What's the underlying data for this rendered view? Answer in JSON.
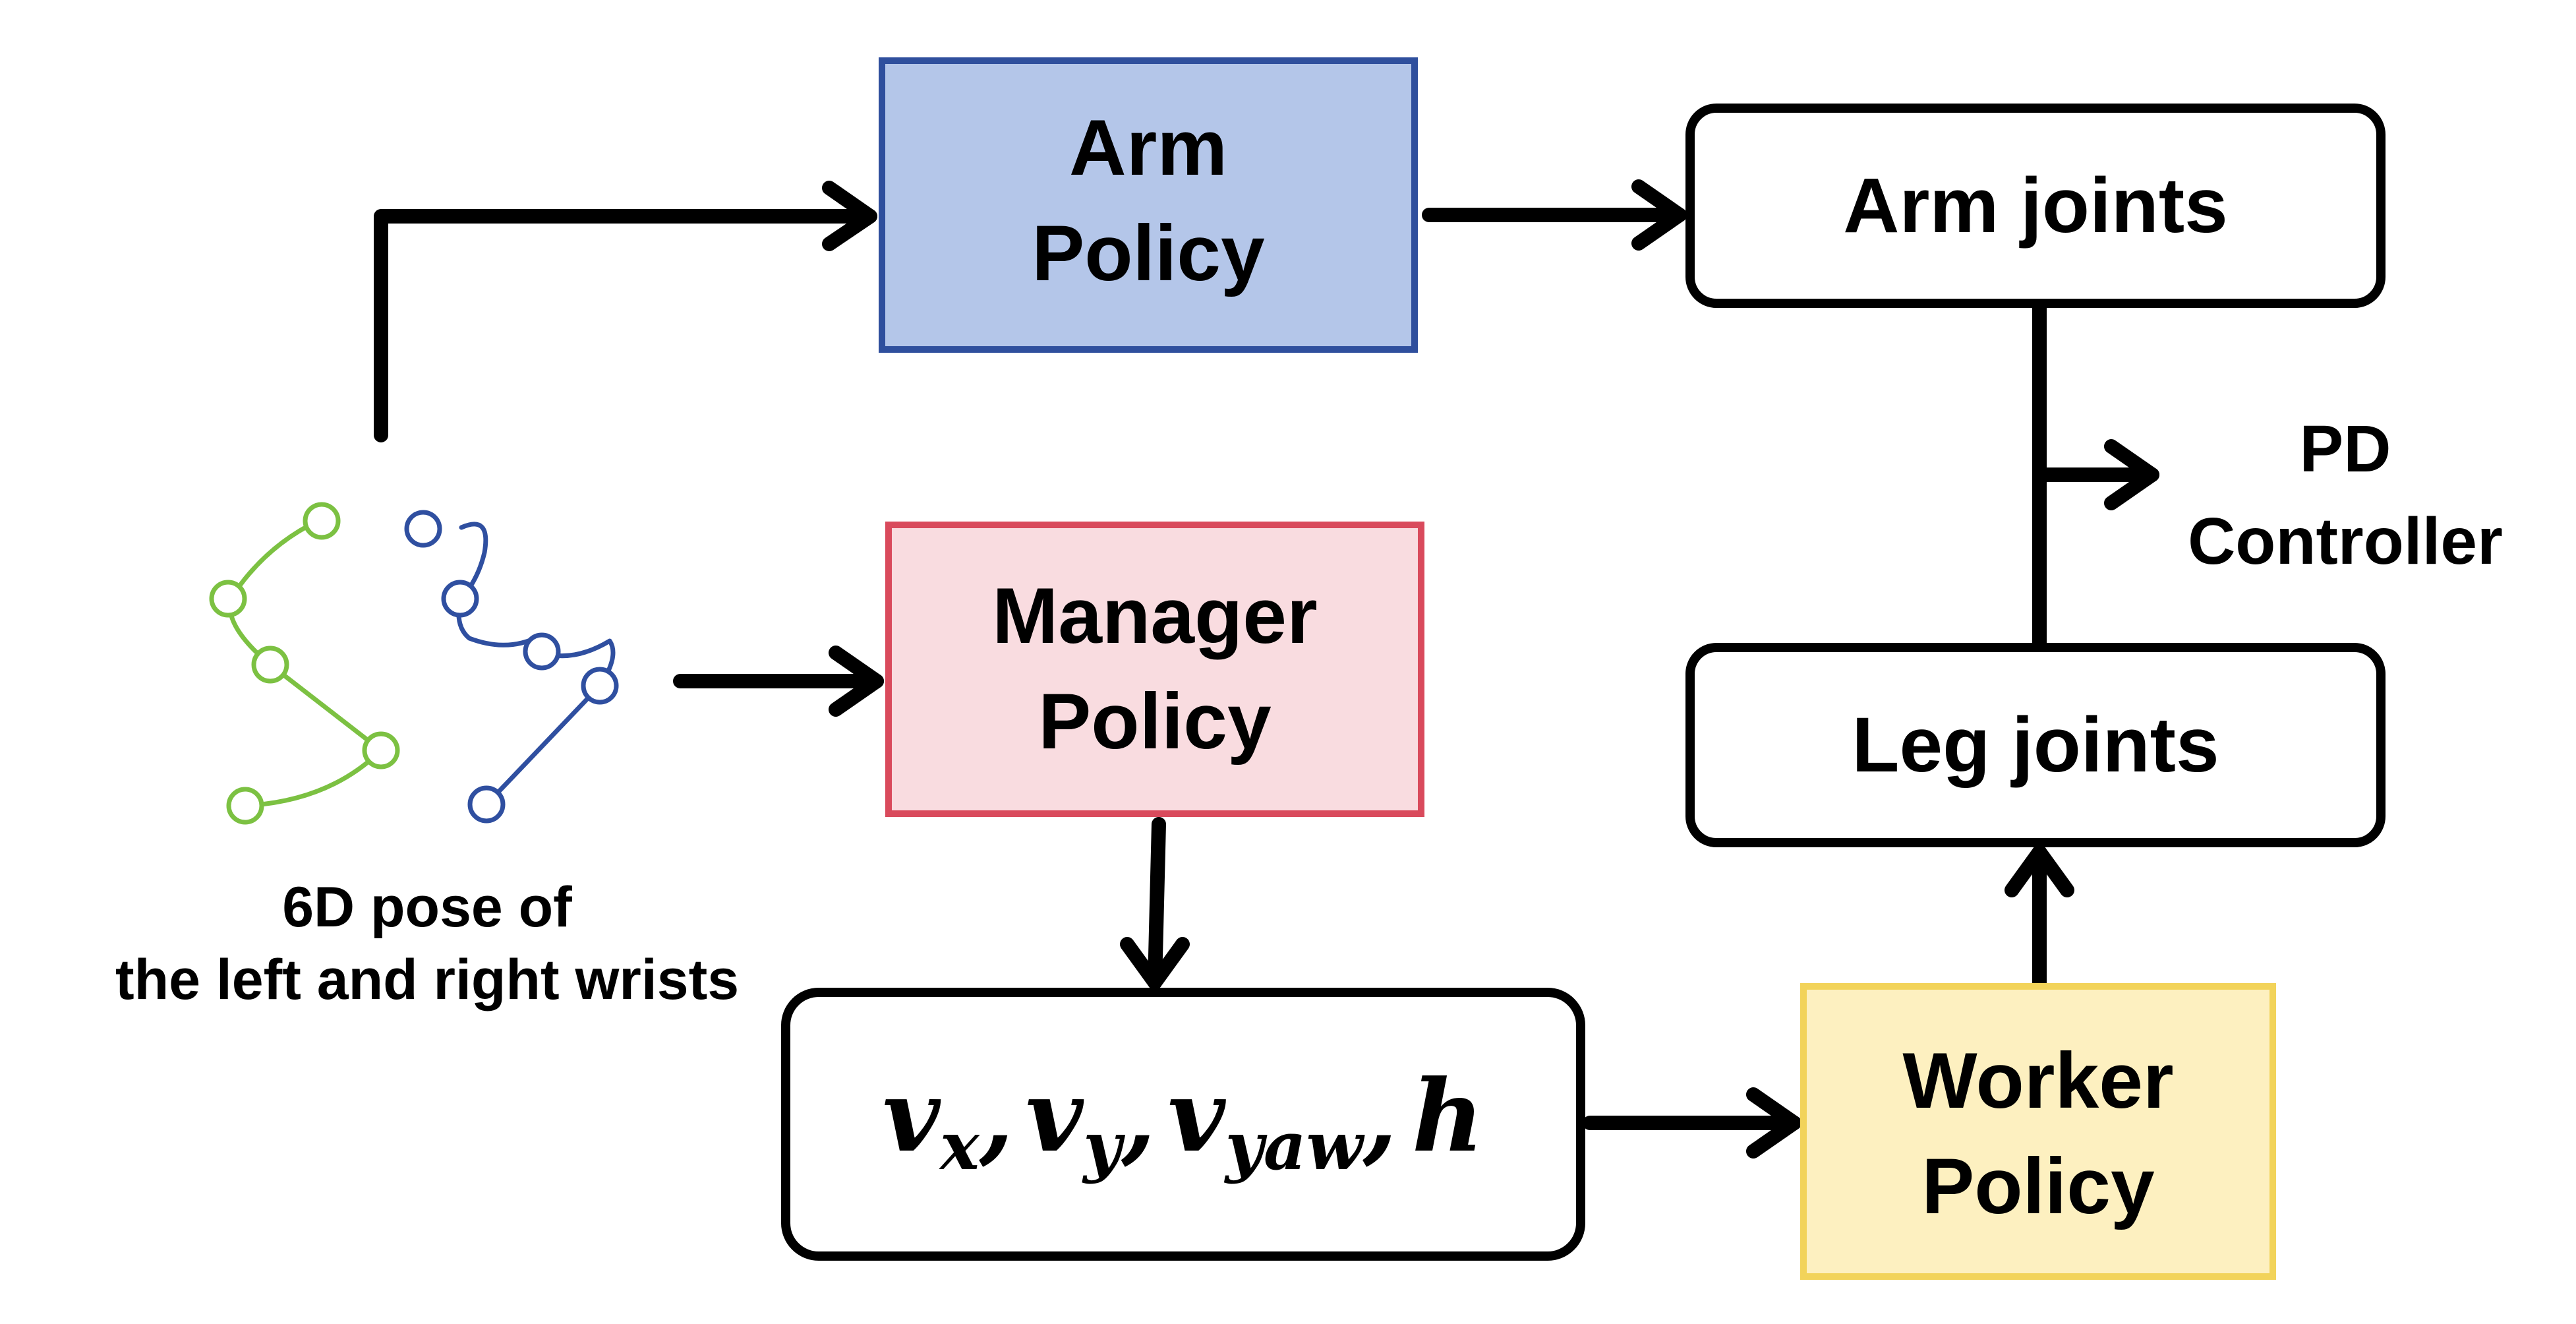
{
  "colors": {
    "arm_policy_fill": "#b4c6e9",
    "arm_policy_stroke": "#2f4f9d",
    "manager_policy_fill": "#f9dce0",
    "manager_policy_stroke": "#d94a5c",
    "worker_policy_fill": "#fdf0c0",
    "worker_policy_stroke": "#f2d35a",
    "left_wrist_color": "#7cc142",
    "right_wrist_color": "#2f4fa0",
    "line_color": "#000000"
  },
  "nodes": {
    "arm_policy": {
      "line1": "Arm",
      "line2": "Policy"
    },
    "manager_policy": {
      "line1": "Manager",
      "line2": "Policy"
    },
    "worker_policy": {
      "line1": "Worker",
      "line2": "Policy"
    },
    "arm_joints": {
      "label": "Arm joints"
    },
    "leg_joints": {
      "label": "Leg joints"
    },
    "pd_controller": {
      "line1": "PD",
      "line2": "Controller"
    },
    "command_vector": {
      "v1": "v",
      "s1": "x",
      "sep1": ",",
      "v2": "v",
      "s2": "y",
      "sep2": ",",
      "v3": "v",
      "s3": "yaw",
      "sep3": ",",
      "h": "h"
    }
  },
  "input_caption": {
    "line1": "6D pose of",
    "line2": "the left and right wrists"
  }
}
